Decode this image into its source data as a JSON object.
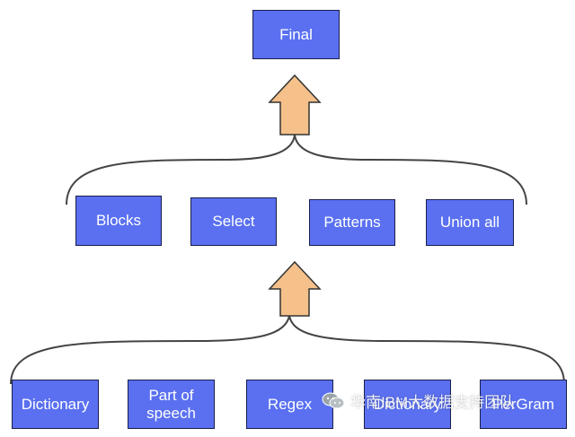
{
  "diagram": {
    "top": {
      "label": "Final"
    },
    "middle": [
      {
        "label": "Blocks"
      },
      {
        "label": "Select"
      },
      {
        "label": "Patterns"
      },
      {
        "label": "Union all"
      }
    ],
    "bottom": [
      {
        "label": "Dictionary"
      },
      {
        "label": "Part of speech"
      },
      {
        "label": "Regex"
      },
      {
        "label": "Dictionary"
      },
      {
        "label": "PerGram"
      }
    ],
    "colors": {
      "box_fill": "#5a70f0",
      "box_border": "#1a1f4a",
      "arrow_fill": "#f5c08a",
      "arrow_stroke": "#333333",
      "brace_stroke": "#444444"
    }
  },
  "watermark": {
    "text": "华南IBM大数据支持团队",
    "icon": "wechat-icon"
  }
}
